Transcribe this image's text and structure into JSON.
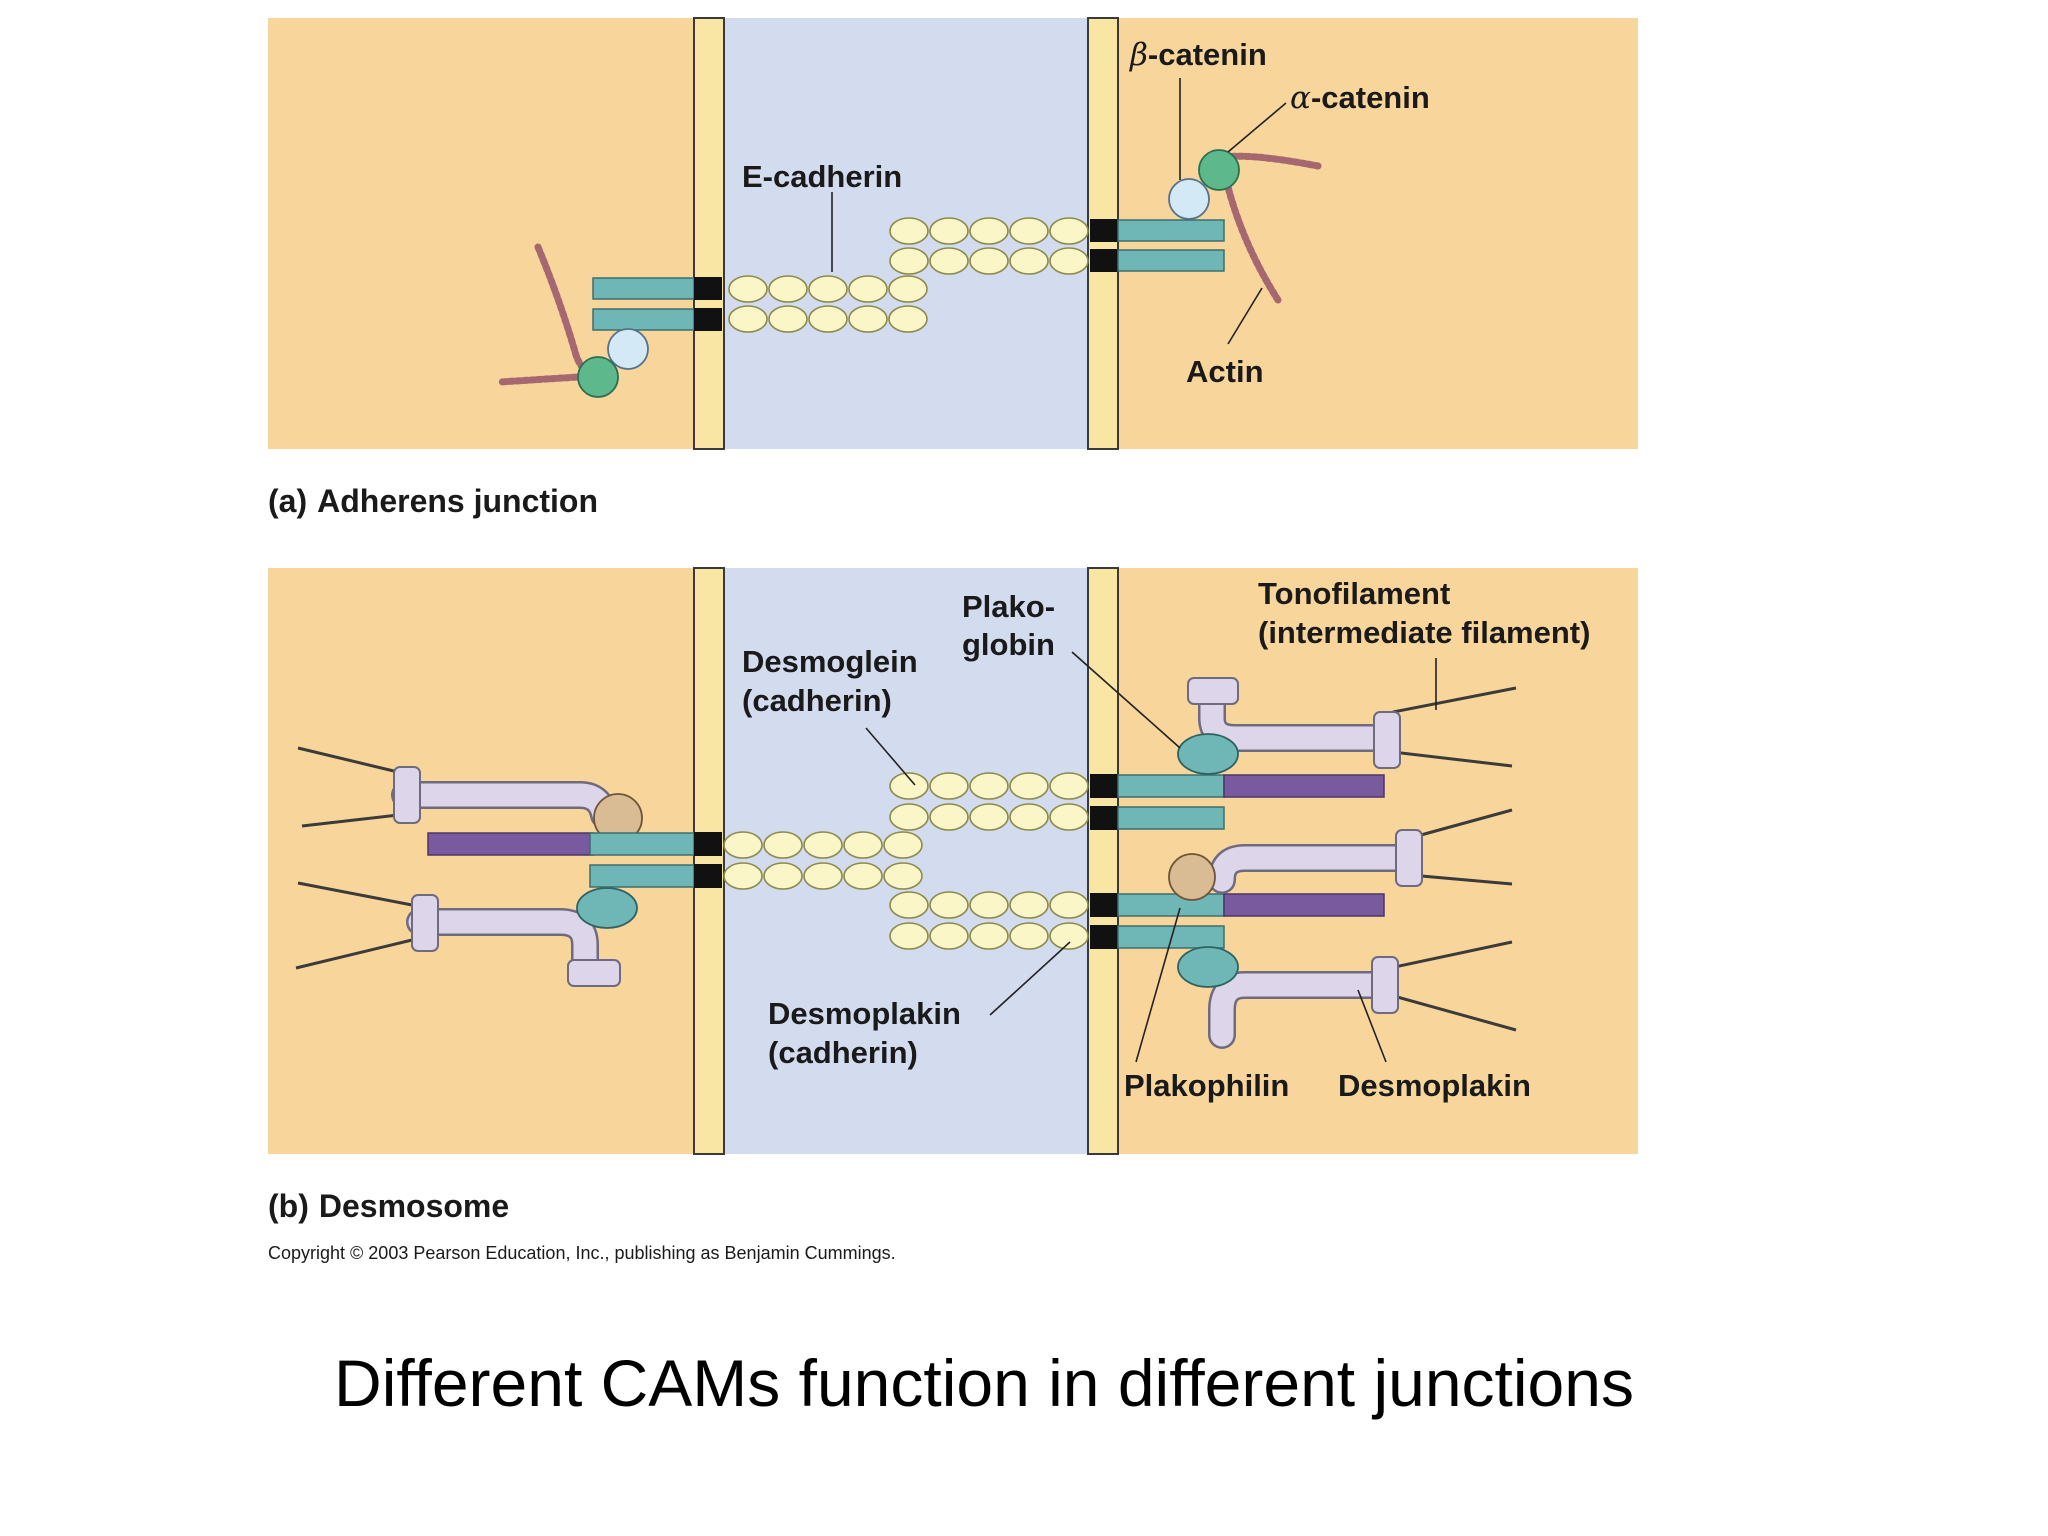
{
  "colors": {
    "cytoplasm": "#f8d59a",
    "membrane": "#f9e6a4",
    "extracellular": "#d3dbef",
    "plaque_teal": "#6fb6b6",
    "cadherin_bead": "#fbf6c8",
    "catenin_beta": "#d3e9f5",
    "catenin_alpha": "#5db98c",
    "actin": "#a56770",
    "desmoplakin_bar": "#7a5a9f",
    "desmoplakin_tube": "#ddd5ea",
    "plakophilin": "#d9bb94"
  },
  "panel_a": {
    "caption_letter": "(a)",
    "caption": "Adherens junction",
    "labels": {
      "e_cadherin": "E-cadherin",
      "beta_catenin_symbol": "β",
      "beta_catenin": "-catenin",
      "alpha_catenin_symbol": "α",
      "alpha_catenin": "-catenin",
      "actin": "Actin"
    }
  },
  "panel_b": {
    "caption_letter": "(b)",
    "caption": "Desmosome",
    "labels": {
      "plakoglobin_line1": "Plako-",
      "plakoglobin_line2": "globin",
      "desmoglein_line1": "Desmoglein",
      "desmoglein_line2": "(cadherin)",
      "tonofilament_line1": "Tonofilament",
      "tonofilament_line2": "(intermediate filament)",
      "desmoplakin_cadherin_line1": "Desmoplakin",
      "desmoplakin_cadherin_line2": "(cadherin)",
      "plakophilin": "Plakophilin",
      "desmoplakin": "Desmoplakin"
    }
  },
  "copyright": "Copyright © 2003 Pearson Education, Inc., publishing as Benjamin Cummings.",
  "slide_title": "Different CAMs function in different junctions"
}
